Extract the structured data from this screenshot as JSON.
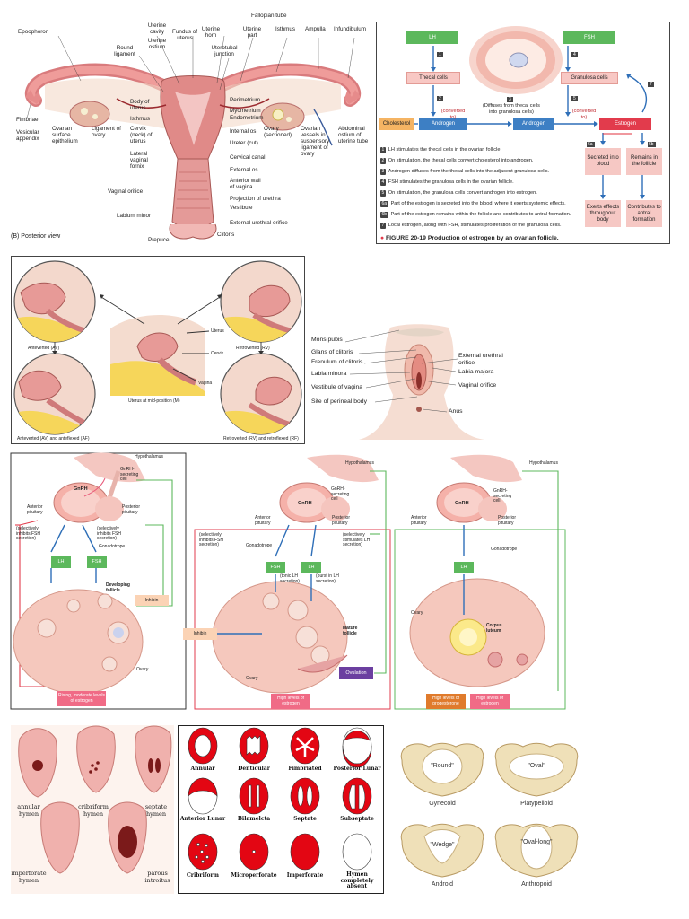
{
  "anatomy": {
    "fallopian_tube": "Fallopian tube",
    "top": [
      "Uterine cavity",
      "Fundus of uterus",
      "Uterine horn",
      "Uterine part",
      "Isthmus",
      "Ampulla",
      "Infundibulum"
    ],
    "epoophoron": "Epoophoron",
    "uterine_ostium": "Uterine ostium",
    "round_ligament": "Round ligament",
    "uterotubal": "Uterotubal junction",
    "left": [
      "Fimbriae",
      "Vesicular appendix",
      "Ovarian surface epithelium",
      "Ligament of ovary"
    ],
    "center_left": [
      "Body of uterus",
      "Isthmus",
      "Cervix (neck) of uterus",
      "Lateral vaginal fornix",
      "Vaginal orifice",
      "Labium minor",
      "Prepuce"
    ],
    "center_right": [
      "Perimetrium",
      "Myometrium",
      "Endometrium",
      "Internal os",
      "Ureter (cut)",
      "Cervical canal",
      "External os",
      "Anterior wall of vagina",
      "Projection of urethra",
      "Vestibule",
      "External urethral orifice",
      "Clitoris"
    ],
    "right": [
      "Ovary (sectioned)",
      "Ovarian vessels in suspensory ligament of ovary",
      "Abdominal ostium of uterine tube"
    ],
    "view": "(B) Posterior view"
  },
  "estrogen": {
    "lh": "LH",
    "fsh": "FSH",
    "thecal": "Thecal cells",
    "granulosa": "Granulosa cells",
    "cholesterol": "Cholesterol",
    "androgen1": "Androgen",
    "androgen2": "Androgen",
    "estrogen": "Estrogen",
    "converted1": "(converted to)",
    "converted2": "(converted to)",
    "diffuses": "(Diffuses from thecal cells into granulosa cells)",
    "secreted": "Secreted into blood",
    "remains": "Remains in the follicle",
    "exerts": "Exerts effects throughout body",
    "contributes": "Contributes to antral formation",
    "nums": [
      "1",
      "2",
      "3",
      "4",
      "5",
      "6a",
      "6b",
      "7"
    ],
    "steps": [
      "LH stimulates the thecal cells in the ovarian follicle.",
      "On stimulation, the thecal cells convert cholesterol into androgen.",
      "Androgen diffuses from the thecal cells into the adjacent granulosa cells.",
      "FSH stimulates the granulosa cells in the ovarian follicle.",
      "On stimulation, the granulosa cells convert androgen into estrogen.",
      "Part of the estrogen is secreted into the blood, where it exerts systemic effects.",
      "Part of the estrogen remains within the follicle and contributes to antral formation.",
      "Local estrogen, along with FSH, stimulates proliferation of the granulosa cells."
    ],
    "figure_caption": "FIGURE 20-19  Production of estrogen by an ovarian follicle."
  },
  "uterus_pos": {
    "av": "Anteverted (AV)",
    "rv": "Retroverted (RV)",
    "uterus": "Uterus",
    "cervix": "Cervix",
    "vagina": "Vagina",
    "mid": "Uterus at mid-position (M)",
    "af": "Anteverted (AV) and anteflexed (AF)",
    "rf": "Retroverted (RV) and retroflexed (RF)"
  },
  "vulva": {
    "left": [
      "Mons pubis",
      "Glans of clitoris",
      "Frenulum of clitoris",
      "Labia minora",
      "Vestibule of vagina",
      "Site of perineal body"
    ],
    "right": [
      "External urethral orifice",
      "Labia majora",
      "Vaginal orifice",
      "Anus"
    ]
  },
  "hormones": {
    "p1": {
      "hypothalamus": "Hypothalamus",
      "gnrh_cell": "GnRH-secreting cell",
      "gnrh": "GnRH",
      "ant": "Anterior pituitary",
      "post": "Posterior pituitary",
      "inh_fsh": "(selectively inhibits FSH secretion)",
      "inh_lh": "(selectively inhibits FSH secretion)",
      "gonadotrope": "Gonadotrope",
      "lh": "LH",
      "fsh": "FSH",
      "developing": "Developing follicle",
      "inhibin": "Inhibin",
      "ovary": "Ovary",
      "result": "Rising, moderate levels of estrogen"
    },
    "p2": {
      "hypothalamus": "Hypothalamus",
      "gnrh_cell": "GnRH-secreting cell",
      "gnrh": "GnRH",
      "ant": "Anterior pituitary",
      "post": "Posterior pituitary",
      "inh": "(selectively inhibits FSH secretion)",
      "stim": "(selectively stimulates LH secretion)",
      "gonadotrope": "Gonadotrope",
      "fsh": "FSH",
      "lh": "LH",
      "tonic": "(tonic LH secretion)",
      "burst": "(burst in LH secretion)",
      "inhibin": "Inhibin",
      "mature": "Mature follicle",
      "ovary": "Ovary",
      "ovulation": "Ovulation",
      "result": "High levels of estrogen"
    },
    "p3": {
      "hypothalamus": "Hypothalamus",
      "gnrh_cell": "GnRH-secreting cell",
      "gnrh": "GnRH",
      "ant": "Anterior pituitary",
      "post": "Posterior pituitary",
      "gonadotrope": "Gonadotrope",
      "lh": "LH",
      "ovary": "Ovary",
      "corpus": "Corpus luteum",
      "result1": "High levels of progesterone",
      "result2": "High levels of estrogen"
    }
  },
  "hymen_photos": {
    "annular": "annular hymen",
    "cribriform": "cribriform hymen",
    "septate": "septate hymen",
    "imperforate": "imperforate hymen",
    "parous": "parous introitus"
  },
  "hymen_types": [
    "Annular",
    "Denticular",
    "Fimbriated",
    "Posterior Lunar",
    "Anterior Lunar",
    "Bilamelcta",
    "Septate",
    "Subseptate",
    "Cribriform",
    "Microperforate",
    "Imperforate",
    "Hymen completely absent"
  ],
  "pelvis": {
    "gyn_q": "\"Round\"",
    "gyn": "Gynecoid",
    "pla_q": "\"Oval\"",
    "pla": "Platypelloid",
    "and_q": "\"Wedge\"",
    "and": "Android",
    "ant_q": "\"Oval-long\"",
    "ant": "Anthropoid"
  },
  "colors": {
    "lh_green": "#5cb85c",
    "fsh_green": "#5cb85c",
    "pink": "#f7c9c4",
    "orange": "#f5b463",
    "blue": "#3d7fc4",
    "red": "#e23b4c",
    "tissue": "#e79a97",
    "purple": "#6b3fa0",
    "hymen_red": "#e30613",
    "bone": "#efe0b8"
  }
}
